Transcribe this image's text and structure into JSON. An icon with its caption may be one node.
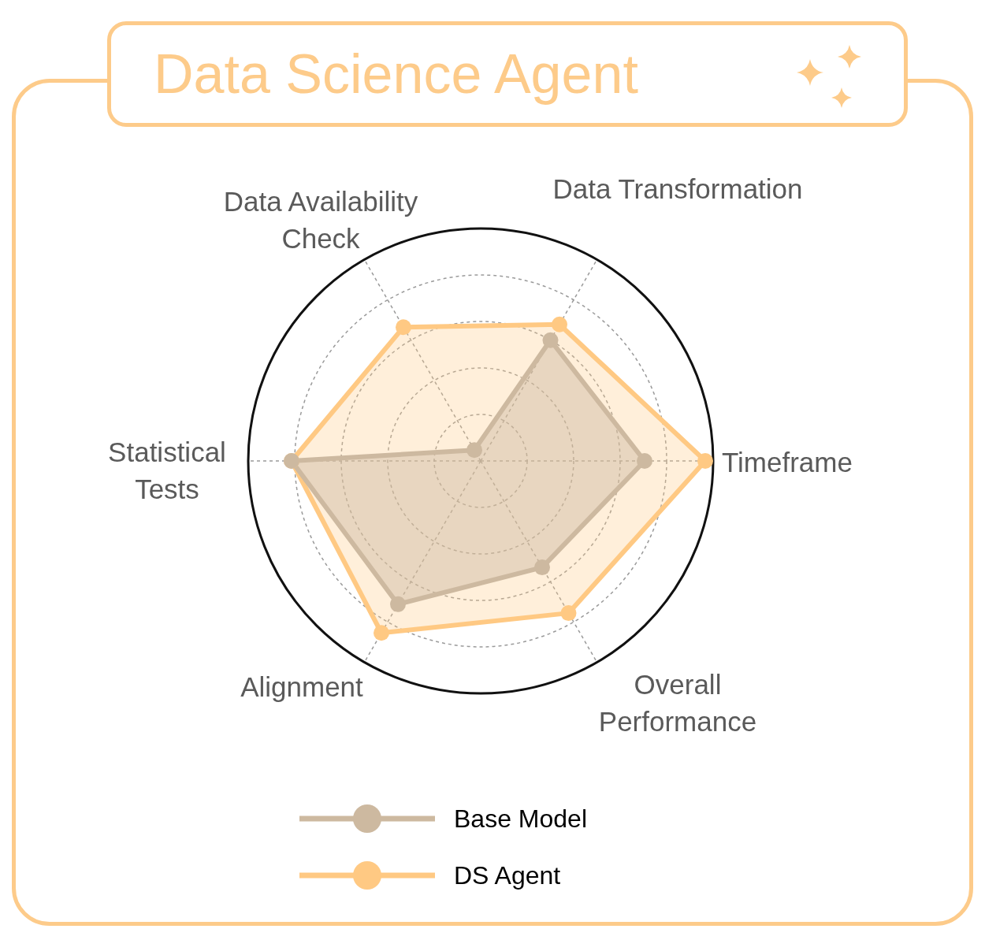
{
  "diagram": {
    "title": "Data Science Agent",
    "labels": [
      "Data Availability Check",
      "Data Transformation",
      "Statistical Tests",
      "Timeframe",
      "Alignment",
      "Overall Performance"
    ],
    "legend": [
      {
        "text": "Base Model"
      },
      {
        "text": "DS Agent"
      }
    ]
  }
}
